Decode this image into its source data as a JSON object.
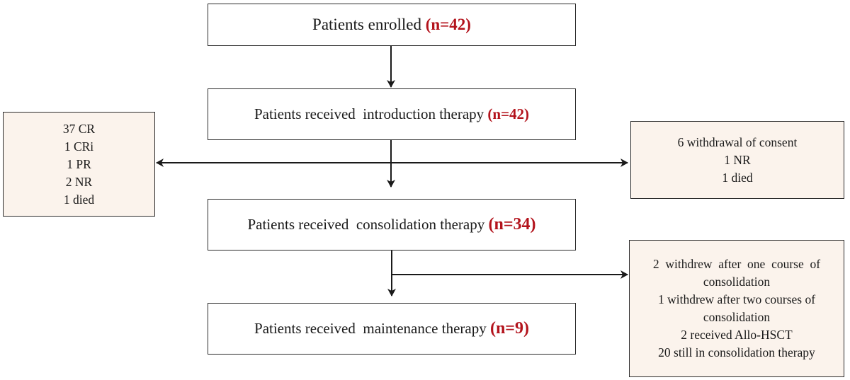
{
  "colors": {
    "count_highlight": "#b3131c",
    "side_box_fill": "#fbf3ec",
    "line": "#1a1a1a"
  },
  "stages": [
    {
      "label": "Patients enrolled",
      "count": "(n=42)"
    },
    {
      "label": "Patients received  introduction therapy",
      "count": "(n=42)"
    },
    {
      "label": "Patients received  consolidation therapy",
      "count": "(n=34)"
    },
    {
      "label": "Patients received  maintenance therapy",
      "count": "(n=9)"
    }
  ],
  "response_box": {
    "lines": [
      "37 CR",
      "1 CRi",
      "1 PR",
      "2 NR",
      "1 died"
    ]
  },
  "exclusion_box_1": {
    "lines": [
      "6 withdrawal of consent",
      "1 NR",
      "1 died"
    ]
  },
  "exclusion_box_2": {
    "lines": [
      "2  withdrew  after  one  course  of",
      "consolidation",
      "1 withdrew after two courses of",
      "consolidation",
      "2 received Allo-HSCT",
      "20 still in consolidation therapy"
    ]
  }
}
